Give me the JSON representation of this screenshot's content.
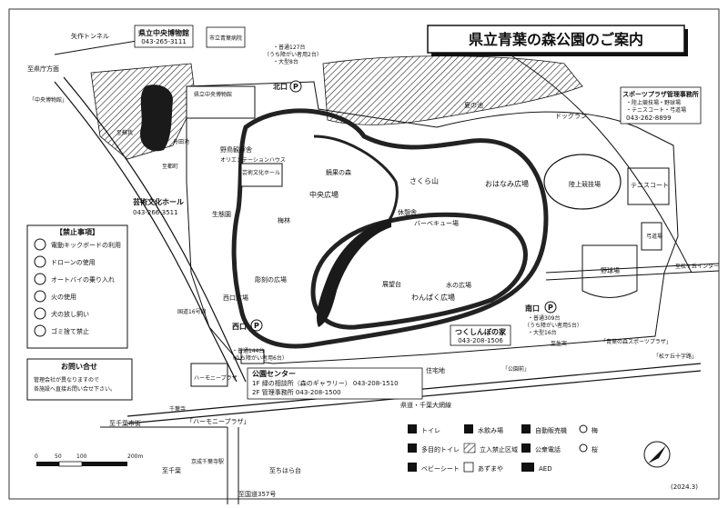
{
  "title": "県立青葉の森公園のご案内",
  "date": "(2024.3)",
  "scale": {
    "labels": [
      "0",
      "50",
      "100",
      "200m"
    ]
  },
  "colors": {
    "ink": "#111111",
    "paper": "#ffffff",
    "pond": "#1a1a1a"
  },
  "facilities": [
    {
      "name": "県立中央博物館",
      "tel": "043-265-3111"
    },
    {
      "name": "市立青葉病院"
    },
    {
      "name": "芸術文化ホール",
      "tel": "043-266-3511"
    },
    {
      "name": "スポーツプラザ管理事務所",
      "sub": [
        "・陸上競技場・野球場",
        "・テニスコート・弓道場"
      ],
      "tel": "043-262-8899"
    },
    {
      "name": "つくしんぼの家",
      "tel": "043-208-1506"
    }
  ],
  "parking": {
    "north": {
      "label": "北口",
      "lines": [
        "・普通127台",
        "（うち障がい者用2台）",
        "・大型8台"
      ]
    },
    "west": {
      "label": "西口",
      "lines": [
        "・普通144台",
        "（うち障がい者用6台）"
      ]
    },
    "south": {
      "label": "南口",
      "lines": [
        "・普通309台",
        "（うち障がい者用5台）",
        "・大型16台"
      ]
    }
  },
  "park_center": {
    "title": "公園センター",
    "lines": [
      "1F 緑の相談所（森のギャラリー） 043-208-1510",
      "2F 管理事務所 043-208-1500"
    ]
  },
  "prohibited": {
    "title": "【禁止事項】",
    "items": [
      "電動キックボードの利用",
      "ドローンの使用",
      "オートバイの乗り入れ",
      "火の使用",
      "犬の放し飼い",
      "ゴミ捨て禁止"
    ]
  },
  "inquiry": {
    "title": "お問い合せ",
    "text": [
      "管理会社が異なりますので",
      "各施設へ直接お問い合せ下さい。"
    ]
  },
  "areas": [
    "中央広場",
    "さくら山",
    "おはなみ広場",
    "わんぱく広場",
    "水の広場",
    "休憩舎",
    "バーベキュー場",
    "展望台",
    "野鳥観察舎",
    "陸上競技場",
    "テニスコート",
    "野球場",
    "弓道場",
    "ドッグラン",
    "生態園",
    "舟田池",
    "夏の池",
    "梅林",
    "彫刻の広場",
    "西口広場",
    "芸術文化ホール",
    "オリエンテーションハウス",
    "鏡果の森",
    "県立中央博物館"
  ],
  "roads": [
    "矢作トンネル",
    "至県庁方面",
    "「中央博物館」",
    "至蘇我",
    "至都町",
    "県道・千葉大網線",
    "至千葉市街",
    "「ハーモニープラザ」",
    "京成千葉寺駅",
    "至千葉",
    "至ちはら台",
    "至国道357号",
    "至松ケ丘インター",
    "「松ケ丘十字路」",
    "「青葉の森スポーツプラザ」",
    "至生実",
    "住宅地",
    "「公園前」",
    "千葉寺",
    "ハーモニープラザ",
    "国道16号線"
  ],
  "legend": [
    {
      "icon": "toilet-icon",
      "label": "トイレ"
    },
    {
      "icon": "water-fountain-icon",
      "label": "水飲み場"
    },
    {
      "icon": "vending-machine-icon",
      "label": "自動販売機"
    },
    {
      "icon": "plum-icon",
      "label": "梅"
    },
    {
      "icon": "accessible-toilet-icon",
      "label": "多目的トイレ"
    },
    {
      "icon": "restricted-area-icon",
      "label": "立入禁止区域"
    },
    {
      "icon": "public-phone-icon",
      "label": "公衆電話"
    },
    {
      "icon": "cherry-icon",
      "label": "桜"
    },
    {
      "icon": "baby-seat-icon",
      "label": "ベビーシート"
    },
    {
      "icon": "shelter-icon",
      "label": "あずまや"
    },
    {
      "icon": "aed-icon",
      "label": "AED"
    }
  ]
}
